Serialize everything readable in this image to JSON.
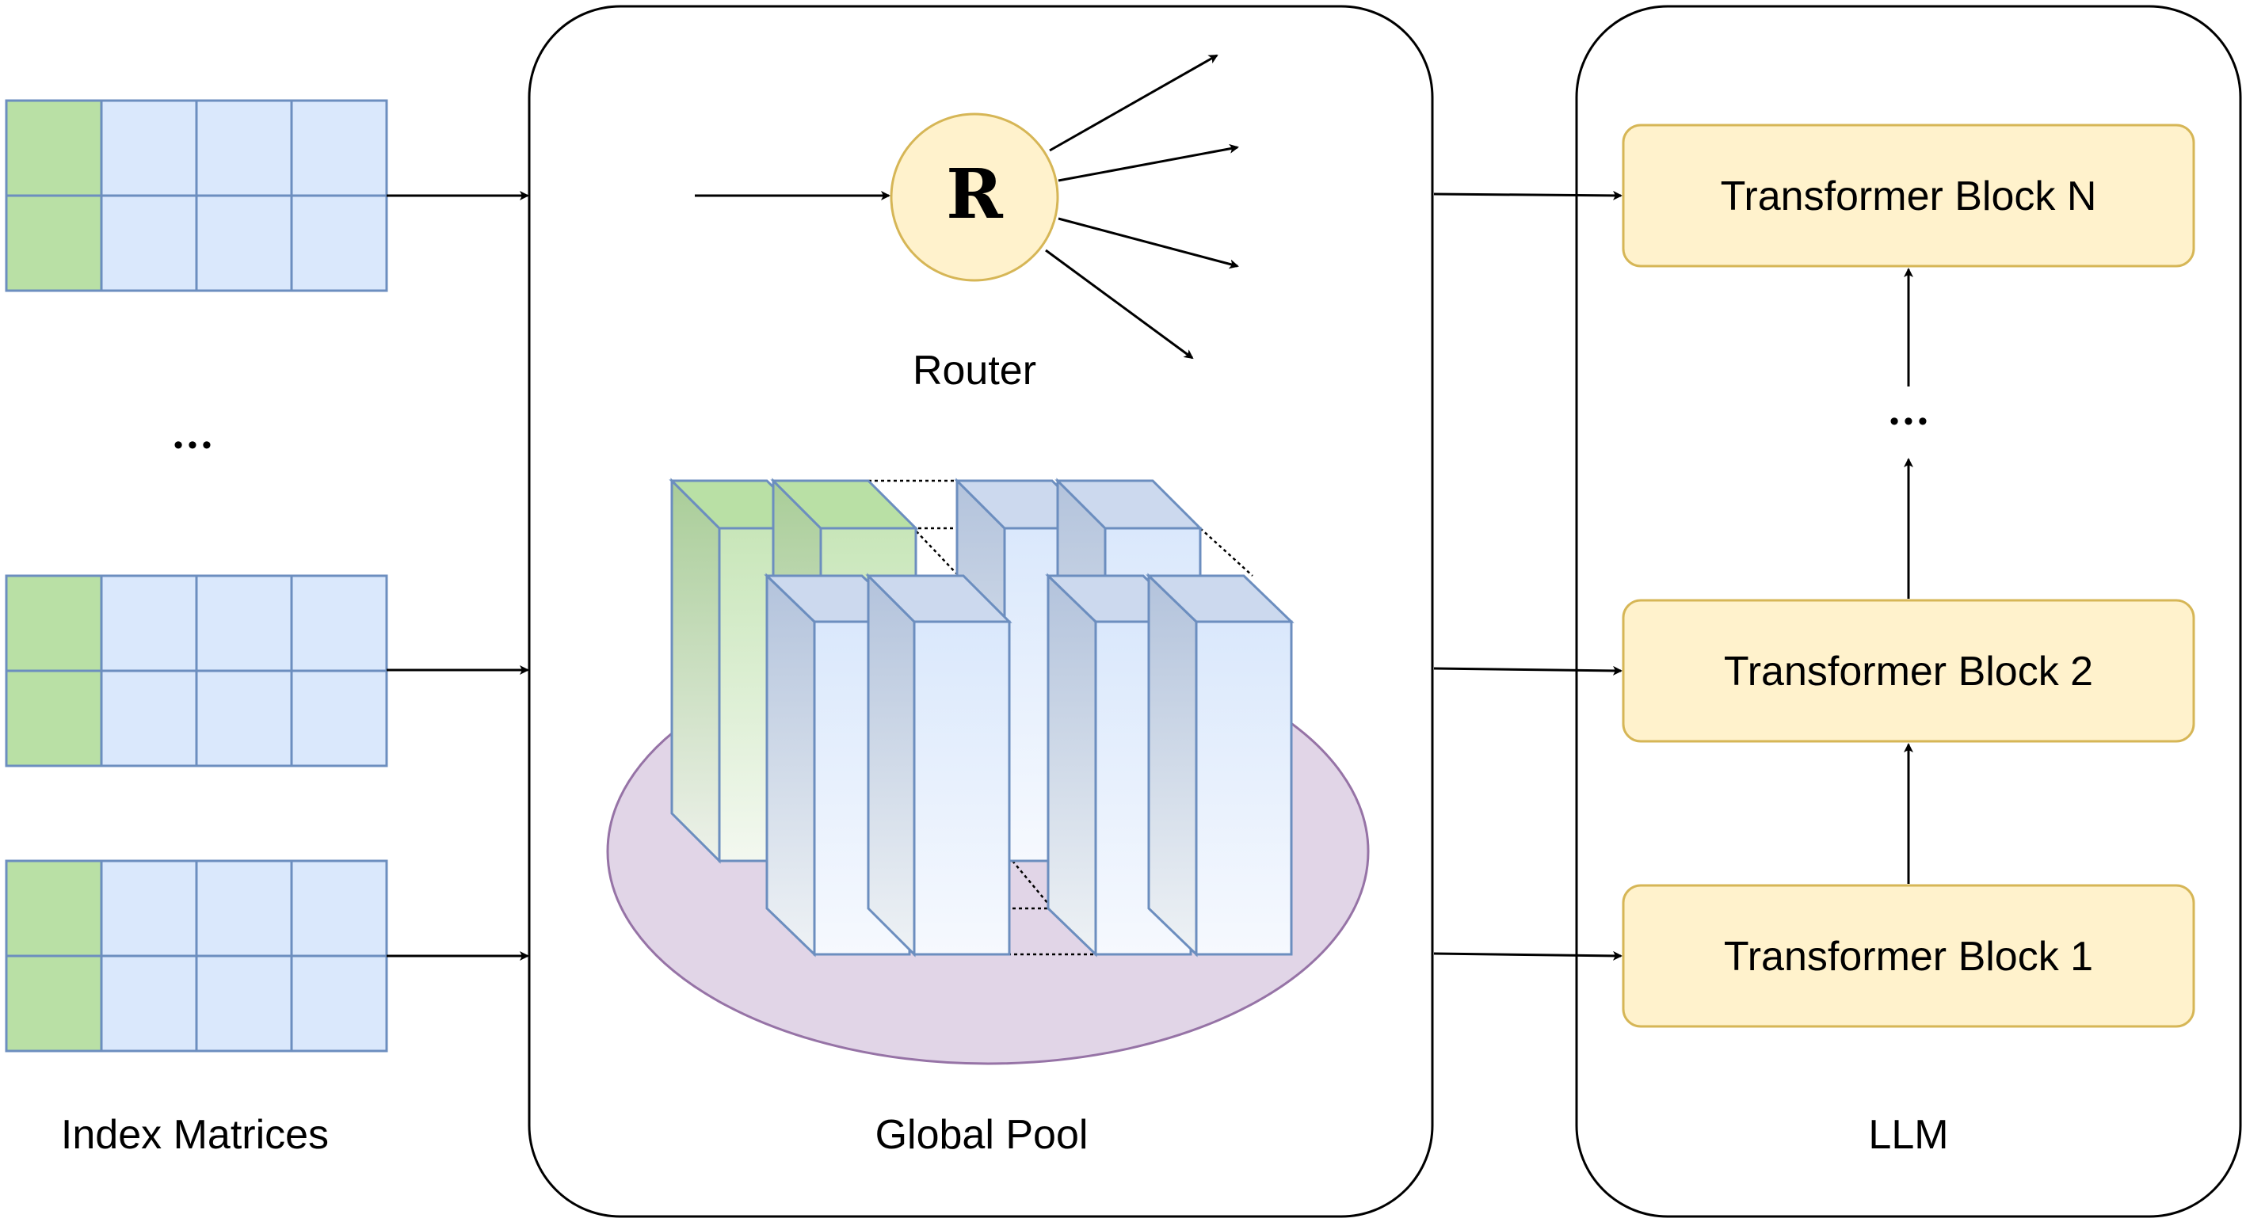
{
  "labels": {
    "index_matrices": "Index Matrices",
    "global_pool": "Global Pool",
    "router": "Router",
    "router_symbol": "R",
    "llm": "LLM",
    "ellipsis": "•••"
  },
  "transformer_blocks": [
    {
      "label": "Transformer Block N"
    },
    {
      "label": "Transformer Block 2"
    },
    {
      "label": "Transformer Block 1"
    }
  ],
  "colors": {
    "matrix_blue": "#dae8fc",
    "matrix_blue_stroke": "#6c8ebf",
    "matrix_green": "#b9e0a5",
    "router_fill": "#fff2cc",
    "router_stroke": "#d6b656",
    "block_fill": "#fff2cc",
    "block_stroke": "#d6b656",
    "pool_ellipse_fill": "#e1d5e7",
    "pool_ellipse_stroke": "#9673a6"
  }
}
